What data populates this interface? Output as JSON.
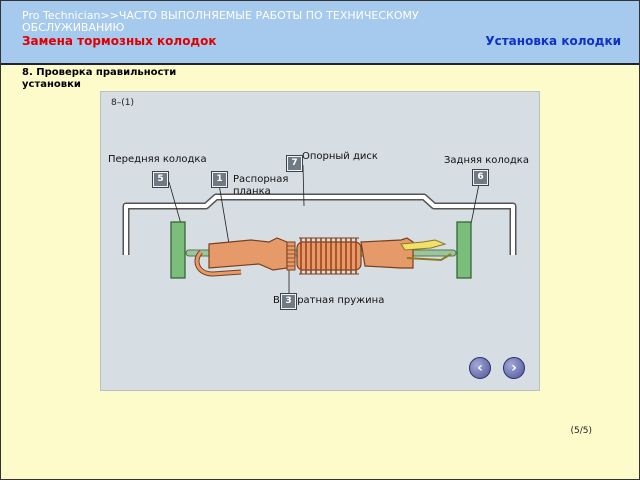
{
  "header": {
    "breadcrumb": "Pro Technician>>ЧАСТО ВЫПОЛНЯЕМЫЕ РАБОТЫ ПО ТЕХНИЧЕСКОМУ ОБСЛУЖИВАНИЮ",
    "subtitle": "Замена тормозных колодок",
    "step_title": "Установка колодки"
  },
  "section_title": "8. Проверка правильности установки",
  "panel": {
    "step_id": "8–(1)",
    "labels": {
      "front_shoe": "Передняя колодка",
      "support_disk": "Опорный диск",
      "rear_shoe": "Задняя колодка",
      "strut": "Распорная планка",
      "return_spring": "Возвратная пружина"
    },
    "badges": {
      "front_shoe": "5",
      "support_disk": "7",
      "rear_shoe": "6",
      "strut": "1",
      "return_spring": "3"
    }
  },
  "nav": {
    "prev": "‹",
    "next": "›"
  },
  "pager": "(5/5)",
  "colors": {
    "header_bg": "#a6c9ee",
    "page_bg": "#fdfbc9",
    "subtitle": "#e00000",
    "step_title": "#1030c8",
    "strut": "#e69a6a",
    "shoe": "#7bbd7a",
    "spring": "#d36a3c"
  }
}
